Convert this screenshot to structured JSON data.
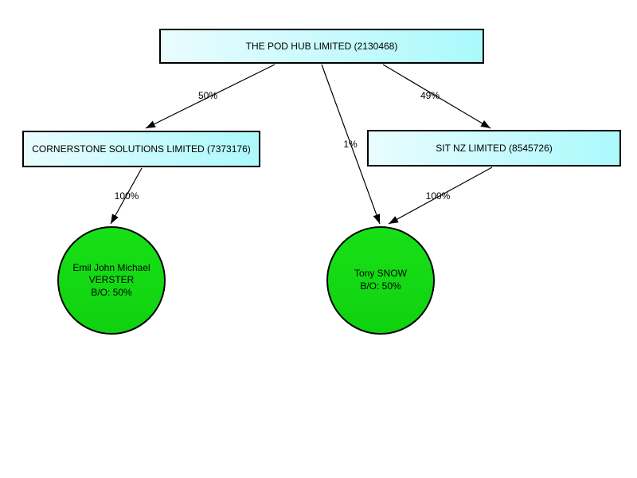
{
  "diagram": {
    "kind": "company-ownership-structure",
    "nodes": {
      "pod_hub": {
        "label": "THE POD HUB LIMITED (2130468)"
      },
      "cornerstone": {
        "label": "CORNERSTONE SOLUTIONS LIMITED (7373176)"
      },
      "sit_nz": {
        "label": "SIT NZ LIMITED (8545726)"
      },
      "verster": {
        "name": "Emil John Michael\nVERSTER",
        "ownership": "B/O: 50%"
      },
      "snow": {
        "name": "Tony SNOW",
        "ownership": "B/O: 50%"
      }
    },
    "edges": {
      "pod_hub_to_cornerstone": {
        "from": "pod_hub",
        "to": "cornerstone",
        "label": "50%"
      },
      "pod_hub_to_snow": {
        "from": "pod_hub",
        "to": "snow",
        "label": "1%"
      },
      "pod_hub_to_sit_nz": {
        "from": "pod_hub",
        "to": "sit_nz",
        "label": "49%"
      },
      "cornerstone_to_verster": {
        "from": "cornerstone",
        "to": "verster",
        "label": "100%"
      },
      "sit_nz_to_snow": {
        "from": "sit_nz",
        "to": "snow",
        "label": "100%"
      }
    },
    "colors": {
      "background": "#FFFFFF",
      "company_fill_light": "#E9FCFE",
      "company_fill_dark": "#ABF9FC",
      "person_fill": "#17E017",
      "person_fill_dark": "#10D210",
      "node_border": "#000000",
      "edge_color": "#000000",
      "text_color": "#000000"
    }
  }
}
